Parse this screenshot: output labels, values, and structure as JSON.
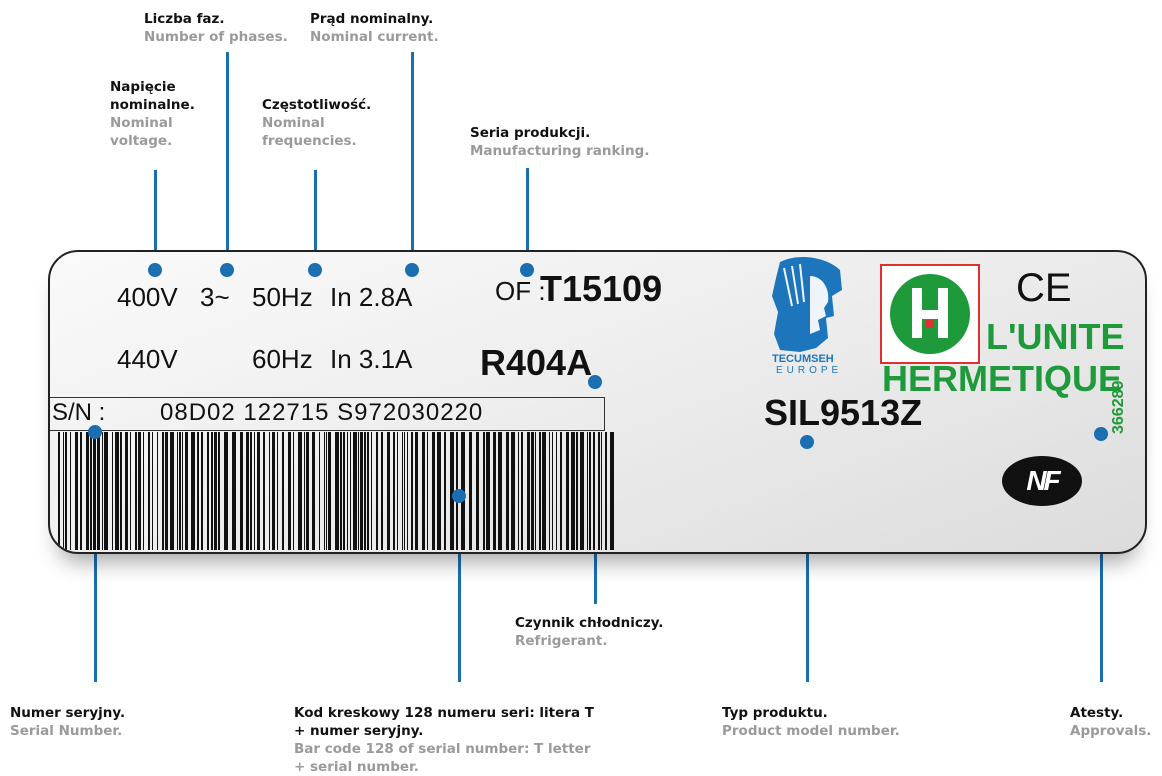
{
  "annotations": {
    "phases": {
      "pl": "Liczba faz.",
      "en": "Number of phases."
    },
    "current": {
      "pl": "Prąd nominalny.",
      "en": "Nominal current."
    },
    "voltage": {
      "pl": "Napięcie nominalne.",
      "en": "Nominal voltage."
    },
    "frequency": {
      "pl": "Częstotliwość.",
      "en": "Nominal frequencies."
    },
    "ranking": {
      "pl": "Seria produkcji.",
      "en": "Manufacturing ranking."
    },
    "refrigerant": {
      "pl": "Czynnik chłodniczy.",
      "en": "Refrigerant."
    },
    "serial": {
      "pl": "Numer seryjny.",
      "en": "Serial Number."
    },
    "barcode": {
      "pl": "Kod kreskowy 128 numeru seri: litera T + numer seryjny.",
      "en": "Bar code 128 of serial number: T letter + serial number."
    },
    "model": {
      "pl": "Typ produktu.",
      "en": "Product model number."
    },
    "approvals": {
      "pl": "Atesty.",
      "en": "Approvals."
    }
  },
  "plate": {
    "voltage_1": "400V",
    "phases": "3~",
    "frequency_1": "50Hz",
    "current_1": "In 2.8A",
    "voltage_2": "440V",
    "frequency_2": "60Hz",
    "current_2": "In 3.1A",
    "of_prefix": "OF :",
    "ranking": "T15109",
    "refrigerant": "R404A",
    "serial_label": "S/N :",
    "serial_number": "08D02 122715 S972030220",
    "model": "SIL9513Z",
    "tecumseh_line1": "TECUMSEH",
    "tecumseh_line2": "EUROPE",
    "ce_mark": "CE",
    "brand_line1": "L'UNITE",
    "brand_line2": "HERMETIQUE",
    "nf_mark": "NF",
    "approval_number": "366289"
  },
  "colors": {
    "leader": "#1a6fb3",
    "brand_green": "#1e9a3a",
    "tecumseh_blue": "#1d76bb",
    "logo_frame": "#e03030"
  }
}
